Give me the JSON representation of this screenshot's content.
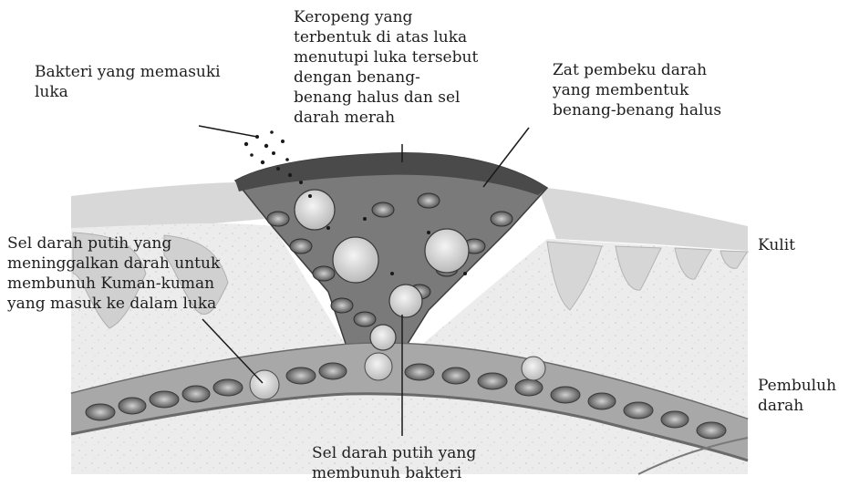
{
  "labels": {
    "bacteria": "Bakteri yang memasuki\nluka",
    "scab": "Keropeng yang\nterbentuk di atas luka\nmenutupi luka tersebut\ndengan benang-\nbenang halus dan sel\ndarah merah",
    "clotting": "Zat pembeku darah\nyang membentuk\nbenang-benang halus",
    "white_cells_leaving": "Sel darah putih yang\nmeninggalkan darah untuk\nmembunuh Kuman-kuman\nyang masuk ke dalam luka",
    "skin": "Kulit",
    "blood_vessel": "Pembuluh\ndarah",
    "white_cells_killing": "Sel darah putih yang\nmembunuh bakteri"
  },
  "colors": {
    "skin_surface": "#d4d4d4",
    "dermis": "#e8e8e8",
    "wound_fill": "#6e6e6e",
    "red_cell": "#9a9a9a",
    "white_cell": "#dcdcdc",
    "vessel": "#8c8c8c"
  }
}
